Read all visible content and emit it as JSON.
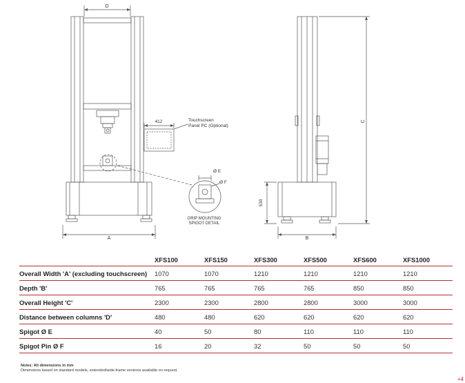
{
  "drawing": {
    "dim_d": "D",
    "dim_a": "A",
    "dim_b": "B",
    "dim_c": "C",
    "dim_530": "530",
    "dim_412": "412",
    "touchscreen_line1": "Touchscreen",
    "touchscreen_line2": "Panel PC (Optional)",
    "spigot_e": "Ø E",
    "spigot_f": "Ø F",
    "grip_line1": "GRIP MOUNTING",
    "grip_line2": "SPIGOT DETAIL"
  },
  "table": {
    "columns": [
      "XFS100",
      "XFS150",
      "XFS300",
      "XFS500",
      "XFS600",
      "XFS1000"
    ],
    "rows": [
      {
        "label": "Overall Width 'A' (excluding touchscreen)",
        "values": [
          "1070",
          "1070",
          "1210",
          "1210",
          "1210",
          "1210"
        ]
      },
      {
        "label": "Depth 'B'",
        "values": [
          "765",
          "765",
          "765",
          "765",
          "850",
          "850"
        ]
      },
      {
        "label": "Overall Height 'C'",
        "values": [
          "2300",
          "2300",
          "2800",
          "2800",
          "3000",
          "3000"
        ]
      },
      {
        "label": "Distance between columns 'D'",
        "values": [
          "480",
          "480",
          "620",
          "620",
          "620",
          "620"
        ]
      },
      {
        "label": "Spigot Ø E",
        "values": [
          "40",
          "50",
          "80",
          "110",
          "110",
          "110"
        ]
      },
      {
        "label": "Spigot Pin Ø F",
        "values": [
          "16",
          "20",
          "32",
          "50",
          "50",
          "50"
        ]
      }
    ]
  },
  "notes": {
    "line1": "Notes: All dimensions in mm",
    "line2": "Dimensions based on standard models, extended/wide-frame versions available on request."
  },
  "corner_mark": "+4"
}
